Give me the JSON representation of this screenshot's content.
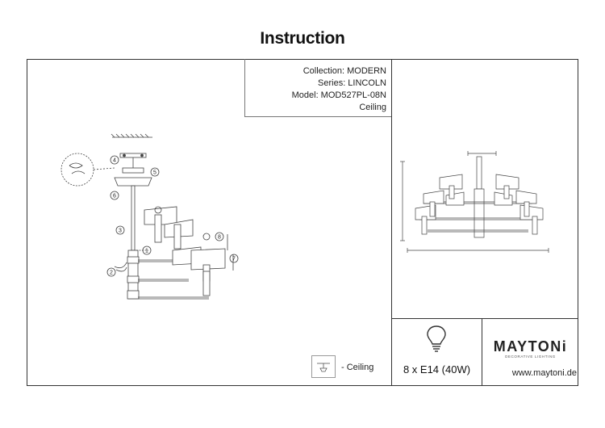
{
  "document": {
    "title": "Instruction"
  },
  "info": {
    "collection": "Collection: MODERN",
    "series": "Series: LINCOLN",
    "model": "Model: MOD527PL-08N",
    "mount": "Ceiling"
  },
  "steps": [
    "1",
    "2",
    "3",
    "4",
    "5",
    "6",
    "7",
    "8"
  ],
  "legend": {
    "ceiling_label": "- Ceiling"
  },
  "bulb": {
    "spec": "8 x E14 (40W)",
    "icon": "light-bulb-icon"
  },
  "brand": {
    "name": "MAYTONi",
    "tagline": "DECORATIVE LIGHTING",
    "website": "www.maytoni.de"
  }
}
